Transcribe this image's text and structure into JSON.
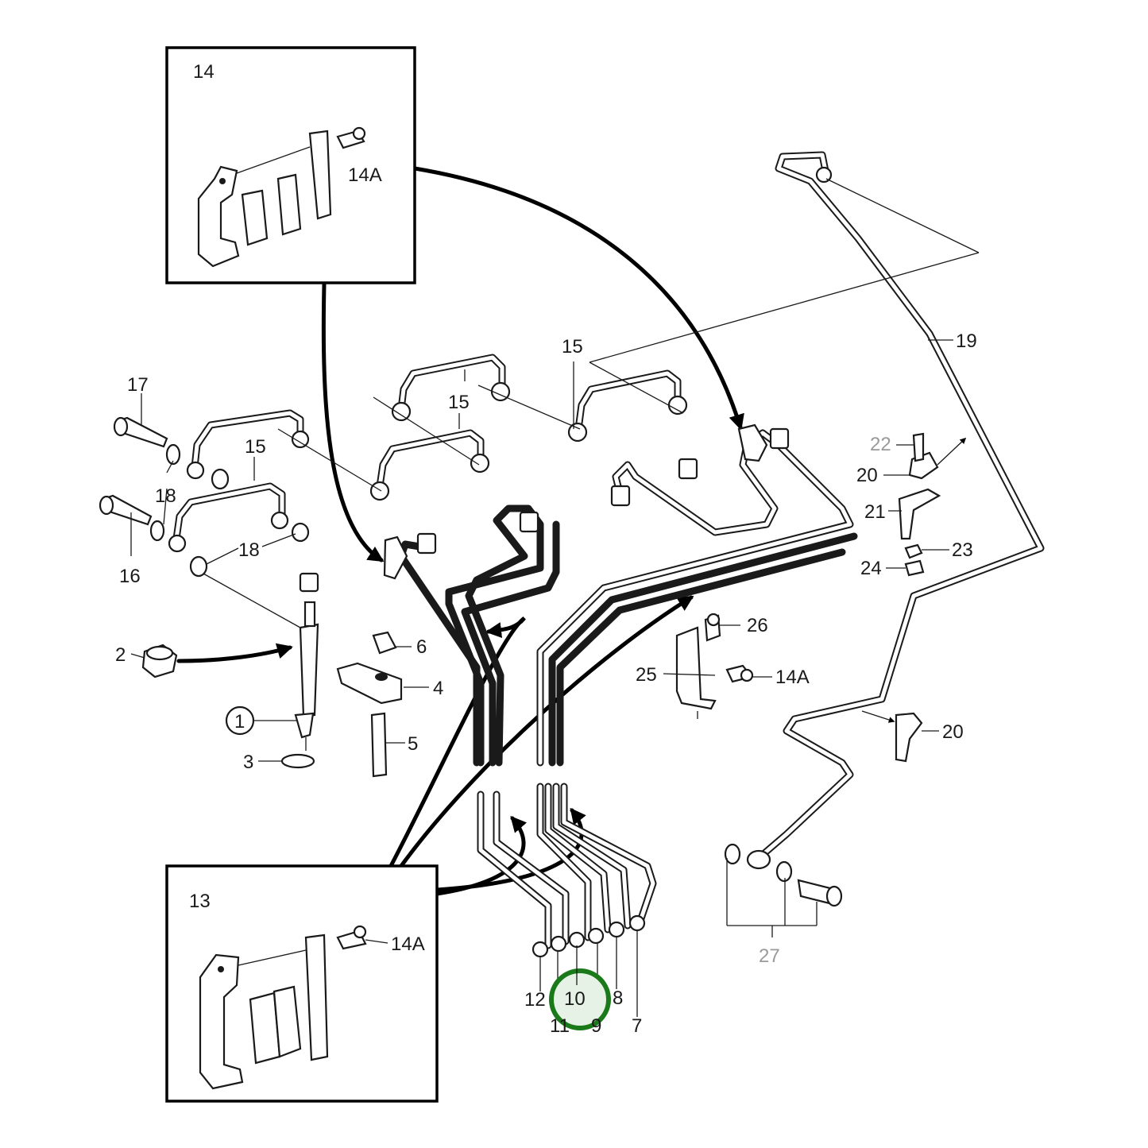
{
  "callouts": {
    "c1": "1",
    "c2": "2",
    "c3": "3",
    "c4": "4",
    "c5": "5",
    "c6": "6",
    "c7": "7",
    "c8": "8",
    "c9": "9",
    "c10": "10",
    "c11": "11",
    "c12": "12",
    "c13": "13",
    "c14": "14",
    "c14a": "14A",
    "c15": "15",
    "c16": "16",
    "c17": "17",
    "c18": "18",
    "c19": "19",
    "c20": "20",
    "c21": "21",
    "c22": "22",
    "c23": "23",
    "c24": "24",
    "c25": "25",
    "c26": "26",
    "c27": "27"
  },
  "highlight": {
    "part": "10",
    "color": "#1a7a1a",
    "fill": "#e6f2e6"
  },
  "colors": {
    "line": "#1a1a1a",
    "dim_label": "#9a9a9a",
    "background": "#ffffff"
  }
}
